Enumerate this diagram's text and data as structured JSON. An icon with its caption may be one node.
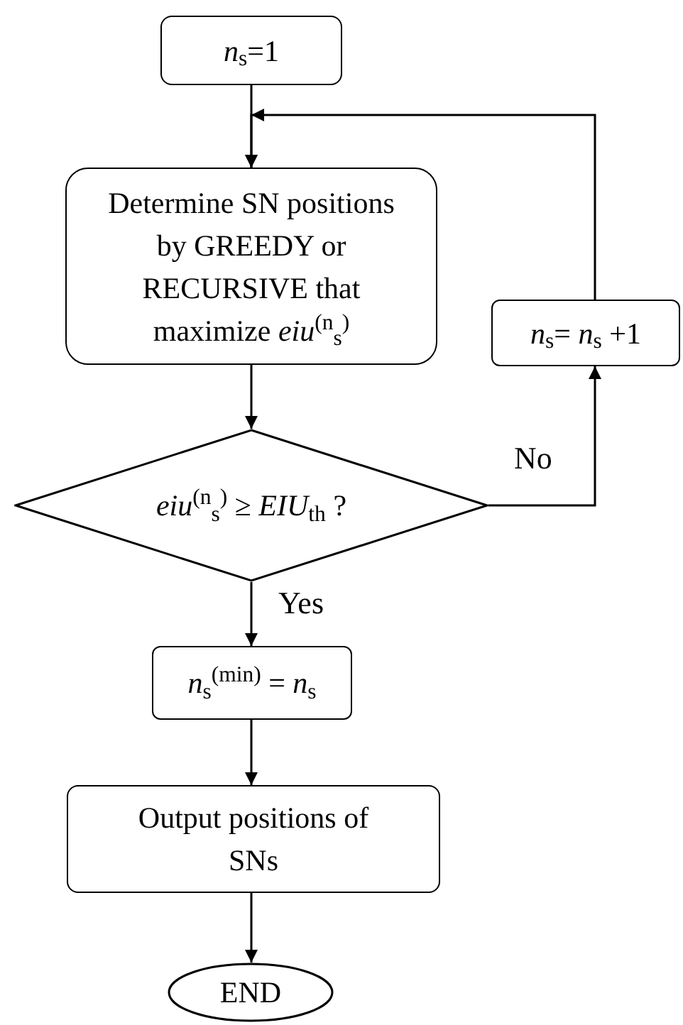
{
  "diagram": {
    "nodes": [
      {
        "text": [
          "*n*$_{s}$=1"
        ]
      },
      {
        "text": [
          "Determine SN positions by GREEDY or RECURSIVE that maximize *eiu*$^{(n}$$_{s}$$^{)}$"
        ]
      },
      {
        "text": [
          "*eiu*$^{(n}$$_{s}$$^{)}$ ≥ *EIU*$_{th}$ ?"
        ]
      },
      {
        "text": [
          "*n*$_{s}$= *n*$_{s}$ +1"
        ]
      },
      {
        "text": [
          "*n*$_{s}$$^{(min)}$ = *n*$_{s}$"
        ]
      },
      {
        "text": [
          "Output positions of SNs"
        ]
      },
      {
        "text": [
          "END"
        ]
      }
    ],
    "edges": [
      {
        "from": 0,
        "to": 1,
        "arrow": "to"
      },
      {
        "from": 1,
        "to": 2,
        "arrow": "to"
      },
      {
        "from": 2,
        "to": 3,
        "arrow": "to",
        "label": "No"
      },
      {
        "from": 3,
        "to": 1,
        "arrow": "to"
      },
      {
        "from": 2,
        "to": 4,
        "arrow": "to",
        "label": "Yes"
      },
      {
        "from": 4,
        "to": 5,
        "arrow": "to"
      },
      {
        "from": 5,
        "to": 6,
        "arrow": "to"
      }
    ]
  }
}
